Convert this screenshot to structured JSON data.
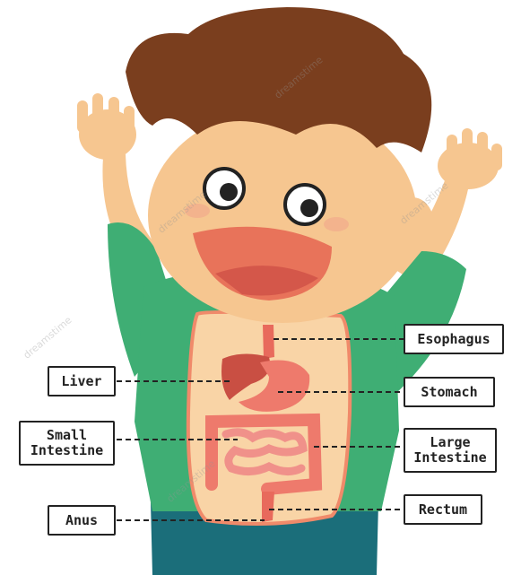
{
  "labels": {
    "esophagus": "Esophagus",
    "liver": "Liver",
    "stomach": "Stomach",
    "small_intestine": "Small\nIntestine",
    "large_intestine": "Large\nIntestine",
    "anus": "Anus",
    "rectum": "Rectum"
  },
  "watermark": "dreamstime",
  "colors": {
    "hair": "#7a3e1e",
    "skin": "#f6c690",
    "shirt": "#3fae74",
    "pants": "#1b6e7a",
    "mouth": "#e8735a",
    "organ": "#e86a5c",
    "liver": "#c94f43",
    "line": "#222222"
  }
}
